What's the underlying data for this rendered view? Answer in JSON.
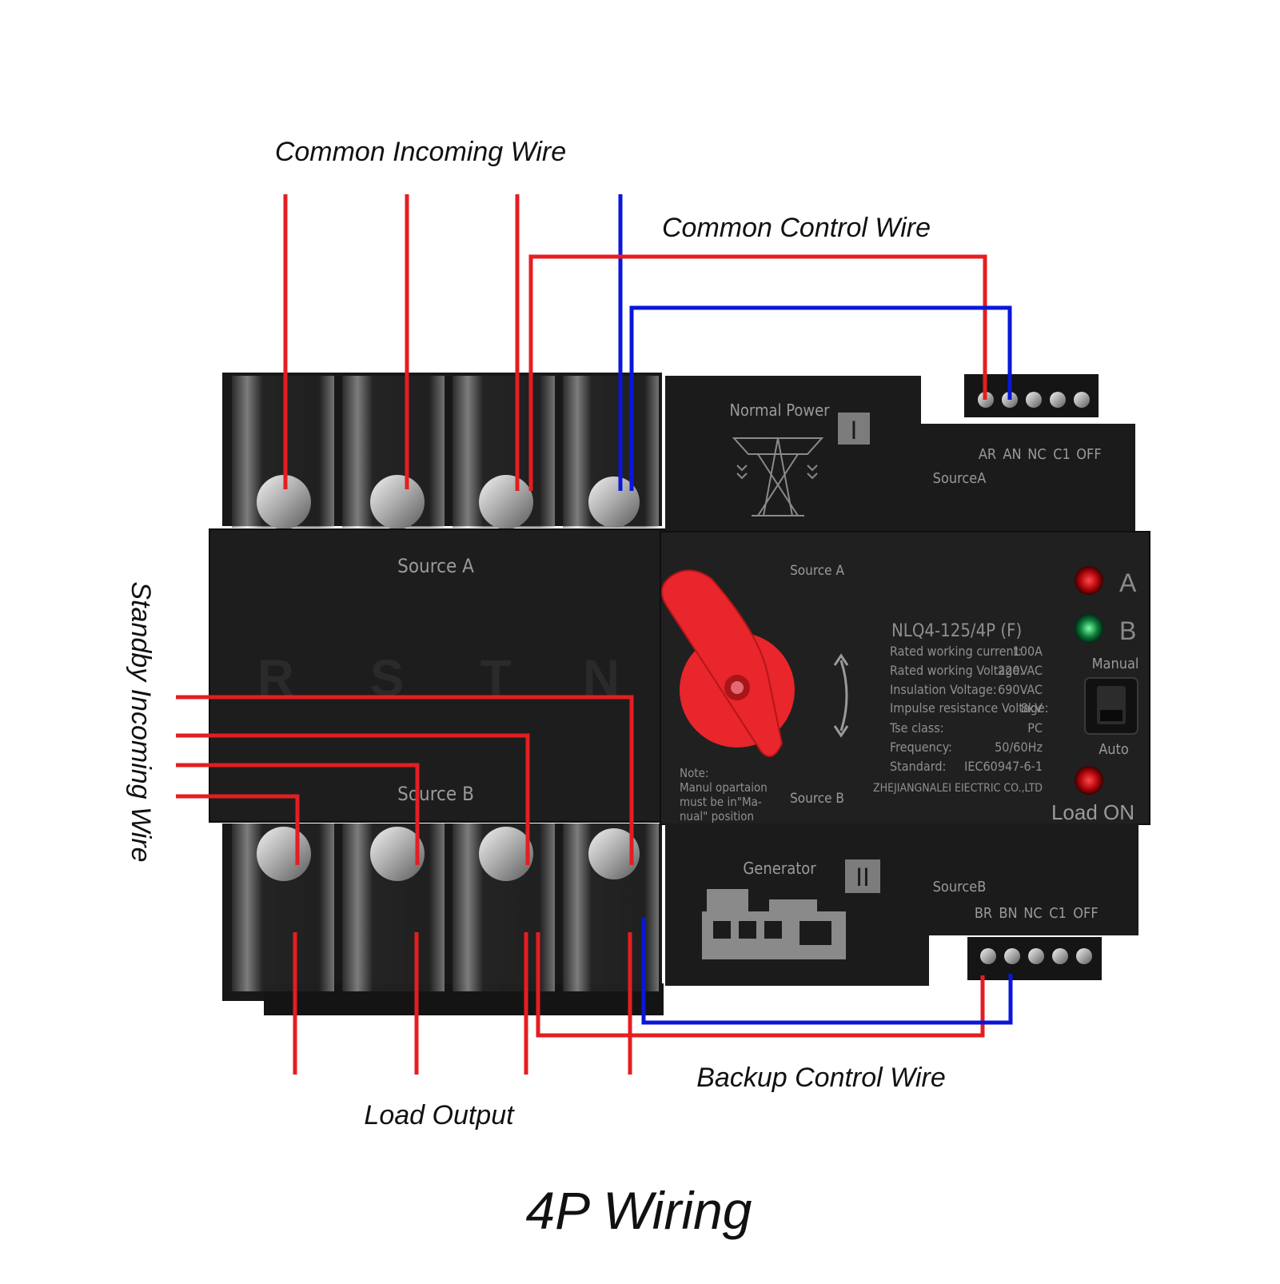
{
  "colors": {
    "live_wire": "#e41e20",
    "neutral_wire": "#0a17d8",
    "body": "#1b1b1b",
    "handle": "#e8262b"
  },
  "labels": {
    "common_incoming": "Common Incoming Wire",
    "common_control": "Common Control Wire",
    "standby_incoming": "Standby Incoming Wire",
    "backup_control": "Backup Control Wire",
    "load_output": "Load Output",
    "title": "4P Wiring"
  },
  "switch": {
    "poles": [
      "R",
      "S",
      "T",
      "N"
    ],
    "front_source_a": "Source A",
    "front_source_b": "Source B",
    "normal_power": "Normal Power",
    "roman_one": "I",
    "generator": "Generator",
    "roman_two": "II",
    "source_a_ctrl": "SourceA",
    "source_b_ctrl": "SourceB",
    "terminals_a": [
      "AR",
      "AN",
      "NC",
      "C1",
      "OFF"
    ],
    "terminals_b": [
      "BR",
      "BN",
      "NC",
      "C1",
      "OFF"
    ],
    "panel_source_a": "Source A",
    "panel_source_b": "Source B",
    "model": "NLQ4-125/4P (F)",
    "specs": [
      {
        "label": "Rated working current:",
        "value": "100A"
      },
      {
        "label": "Rated working Voltage:",
        "value": "220VAC"
      },
      {
        "label": "Insulation Voltage:",
        "value": "690VAC"
      },
      {
        "label": "Impulse resistance Voltage:",
        "value": "8kV"
      },
      {
        "label": "Tse class:",
        "value": "PC"
      },
      {
        "label": "Frequency:",
        "value": "50/60Hz"
      },
      {
        "label": "Standard:",
        "value": "IEC60947-6-1"
      }
    ],
    "manufacturer": "ZHEJIANGNALEI EIECTRIC CO.,LTD",
    "note": [
      "Note:",
      "Manul opartaion",
      "must be in\"Ma-",
      "nual\" position"
    ],
    "indicator_a": "A",
    "indicator_b": "B",
    "manual": "Manual",
    "auto": "Auto",
    "load_on": "Load ON"
  }
}
